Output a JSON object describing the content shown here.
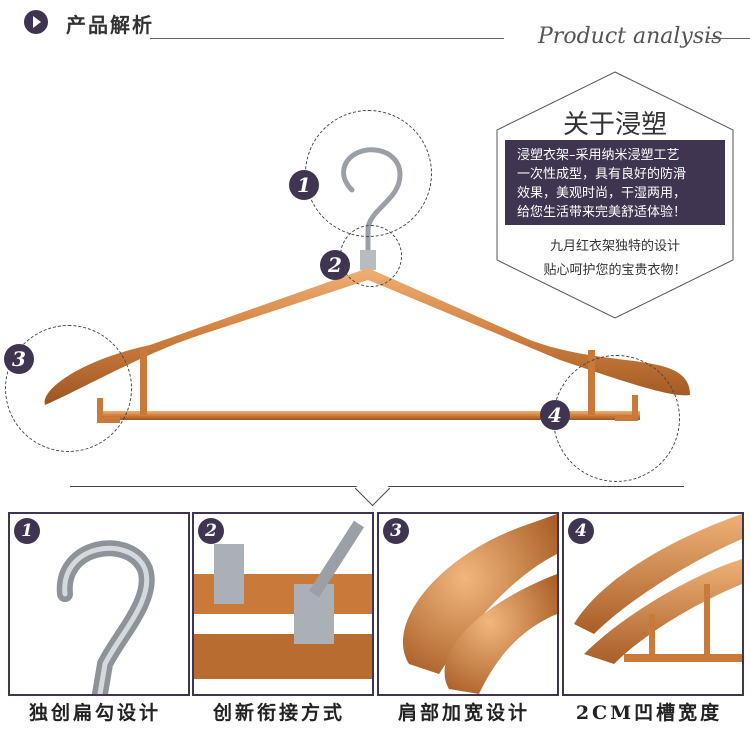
{
  "header": {
    "title": "产品解析",
    "subtitle_en": "Product analysis"
  },
  "markers": [
    "1",
    "2",
    "3",
    "4"
  ],
  "info": {
    "heading": "关于浸塑",
    "body_lines": [
      "浸塑衣架–采用纳米浸塑工艺",
      "一次性成型，具有良好的防滑",
      "效果，美观时尚，干湿两用，",
      "给您生活带来完美舒适体验！"
    ],
    "sub_lines": [
      "九月红衣架独特的设计",
      "贴心呵护您的宝贵衣物！"
    ]
  },
  "details": [
    {
      "num": "1",
      "caption": "独创扁勾设计"
    },
    {
      "num": "2",
      "caption": "创新衔接方式"
    },
    {
      "num": "3",
      "caption": "肩部加宽设计"
    },
    {
      "num": "4",
      "caption": "2CM凹槽宽度"
    }
  ],
  "colors": {
    "accent": "#3f3550",
    "hanger": "#c9793a",
    "hanger_light": "#e7a468",
    "chrome": "#9aa0a6"
  }
}
